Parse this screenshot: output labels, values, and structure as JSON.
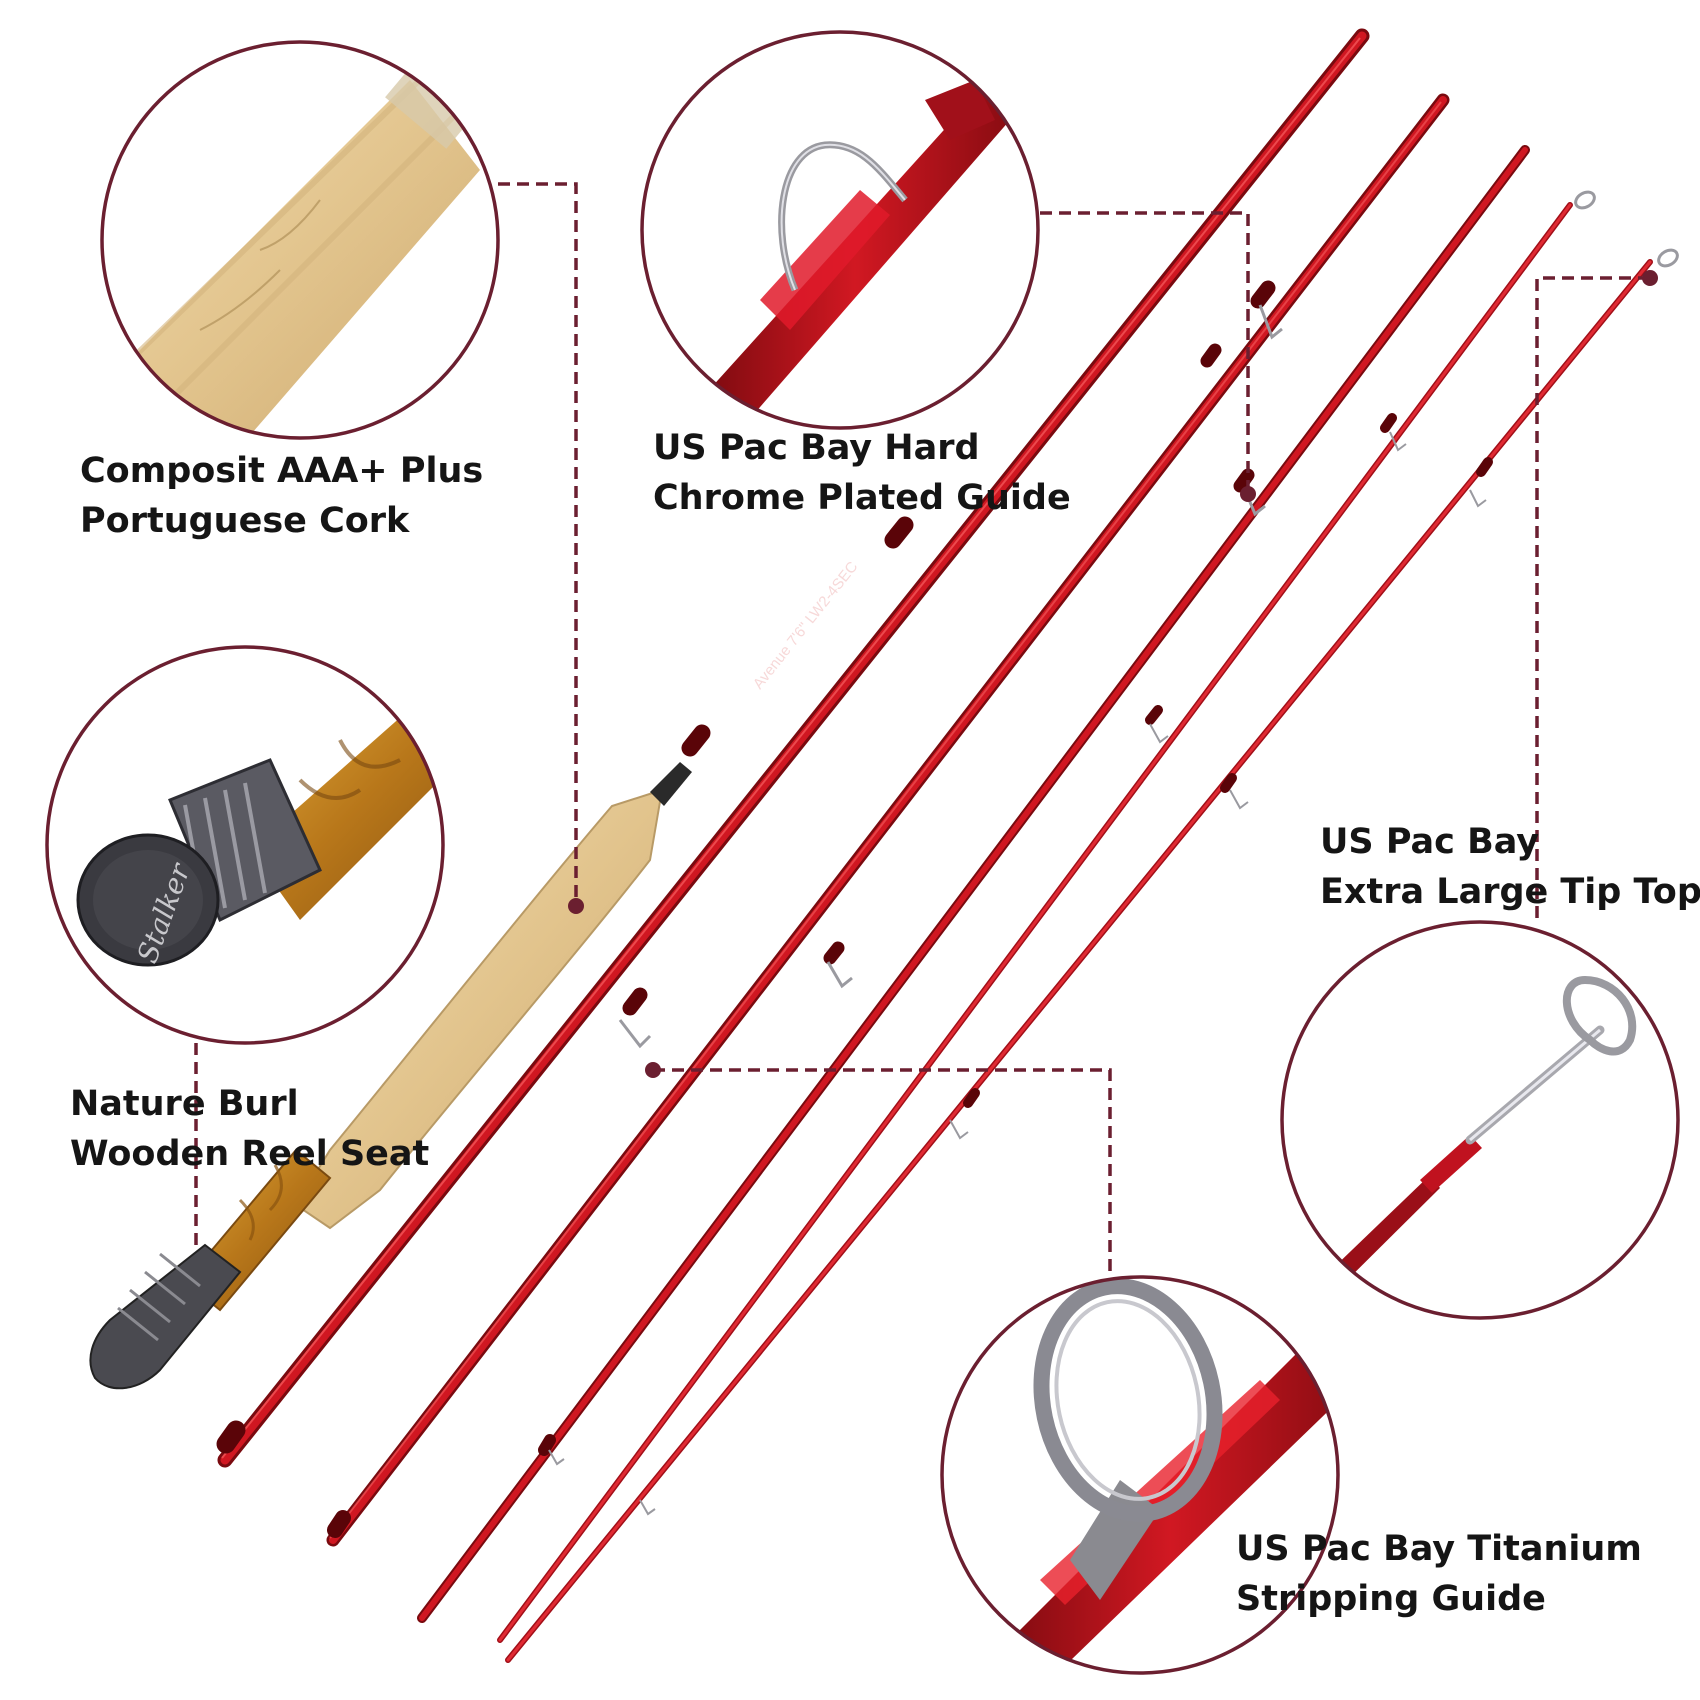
{
  "theme": {
    "circle_border": "#6b1f30",
    "leader_line": "#6b1f30",
    "rod_red": "#c4121f",
    "rod_dark": "#7d0a10",
    "cork": "#e3c995",
    "burl": "#c88a1d",
    "metal": "#5a5a60"
  },
  "callouts": {
    "cork": {
      "line1": "Composit AAA+ Plus",
      "line2": "Portuguese Cork",
      "icon": "cork-grip-detail"
    },
    "guide": {
      "line1": "US Pac Bay Hard",
      "line2": "Chrome Plated Guide",
      "icon": "snake-guide-detail"
    },
    "reel_seat": {
      "line1": "Nature Burl",
      "line2": "Wooden Reel Seat",
      "icon": "reel-seat-detail",
      "engraving": "Stalker"
    },
    "tip_top": {
      "line1": "US Pac Bay",
      "line2": "Extra Large Tip Top",
      "icon": "tip-top-detail"
    },
    "stripping": {
      "line1": "US Pac Bay Titanium",
      "line2": "Stripping Guide",
      "icon": "stripping-guide-detail"
    }
  },
  "rod_blank_text": "Avenue 7'6\" LW2-4SEC"
}
